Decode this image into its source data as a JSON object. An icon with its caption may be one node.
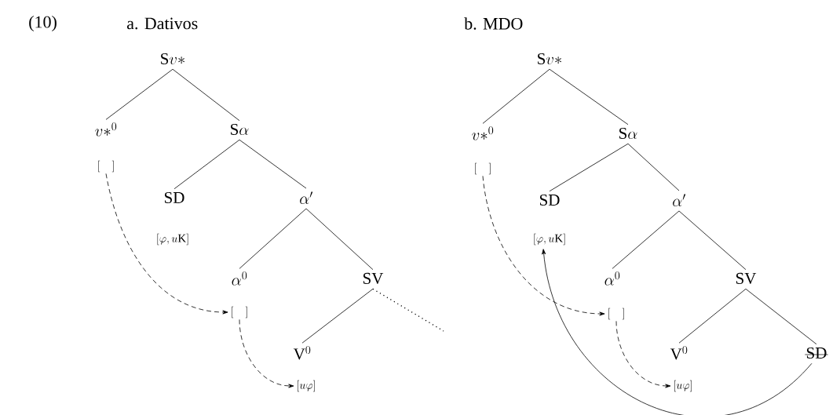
{
  "diagram": {
    "nodes": [
      {
        "text": [
          "\\mathrm{S}v{*}"
        ]
      },
      {
        "text": [
          "v{*}^{0}"
        ]
      },
      {
        "text": [
          "\\mathrm{S}\\alpha"
        ]
      },
      {
        "text": [
          "[\\quad]"
        ]
      },
      {
        "text": [
          "\\mathrm{SD}"
        ]
      },
      {
        "text": [
          "\\alpha'"
        ]
      },
      {
        "text": [
          "[\\varphi, u\\mathrm{K}]"
        ]
      },
      {
        "text": [
          "\\alpha^{0}"
        ]
      },
      {
        "text": [
          "\\mathrm{SV}"
        ]
      },
      {
        "text": [
          "[\\quad]"
        ]
      },
      {
        "text": [
          "\\mathrm{V}^{0}"
        ]
      },
      {
        "text": [
          "[u\\varphi]"
        ]
      },
      {
        "text": [
          "\\mathrm{S}v{*}"
        ]
      },
      {
        "text": [
          "v{*}^{0}"
        ]
      },
      {
        "text": [
          "\\mathrm{S}\\alpha"
        ]
      },
      {
        "text": [
          "[\\quad]"
        ]
      },
      {
        "text": [
          "\\mathrm{SD}"
        ]
      },
      {
        "text": [
          "\\alpha'"
        ]
      },
      {
        "text": [
          "[\\varphi, u\\mathrm{K}]"
        ]
      },
      {
        "text": [
          "\\alpha^{0}"
        ]
      },
      {
        "text": [
          "\\mathrm{SV}"
        ]
      },
      {
        "text": [
          "[\\quad]"
        ]
      },
      {
        "text": [
          "\\mathrm{V}^{0}"
        ]
      },
      {
        "text": [
          "\\mathrm{SD}"
        ]
      },
      {
        "text": [
          "[u\\varphi]"
        ]
      }
    ],
    "edges": [
      {
        "from": 0,
        "to": 1,
        "arrow": "none"
      },
      {
        "from": 0,
        "to": 2,
        "arrow": "none"
      },
      {
        "from": 2,
        "to": 4,
        "arrow": "none"
      },
      {
        "from": 2,
        "to": 5,
        "arrow": "none"
      },
      {
        "from": 5,
        "to": 7,
        "arrow": "none"
      },
      {
        "from": 5,
        "to": 8,
        "arrow": "none"
      },
      {
        "from": 8,
        "to": 10,
        "arrow": "none"
      },
      {
        "from": 8,
        "to": null,
        "arrow": "none",
        "style": "dashed"
      },
      {
        "from": 3,
        "to": 9,
        "arrow": "to",
        "style": "dashed"
      },
      {
        "from": 9,
        "to": 11,
        "arrow": "to",
        "style": "dashed"
      },
      {
        "from": 12,
        "to": 13,
        "arrow": "none"
      },
      {
        "from": 12,
        "to": 14,
        "arrow": "none"
      },
      {
        "from": 14,
        "to": 16,
        "arrow": "none"
      },
      {
        "from": 14,
        "to": 17,
        "arrow": "none"
      },
      {
        "from": 17,
        "to": 19,
        "arrow": "none"
      },
      {
        "from": 17,
        "to": 20,
        "arrow": "none"
      },
      {
        "from": 20,
        "to": 22,
        "arrow": "none"
      },
      {
        "from": 20,
        "to": 23,
        "arrow": "none"
      },
      {
        "from": 15,
        "to": 21,
        "arrow": "to",
        "style": "dashed"
      },
      {
        "from": 21,
        "to": 24,
        "arrow": "to",
        "style": "dashed"
      },
      {
        "from": 23,
        "to": 18,
        "arrow": "to"
      }
    ],
    "labels": [
      "(10)",
      "a. Dativos",
      "b. MDO"
    ]
  }
}
